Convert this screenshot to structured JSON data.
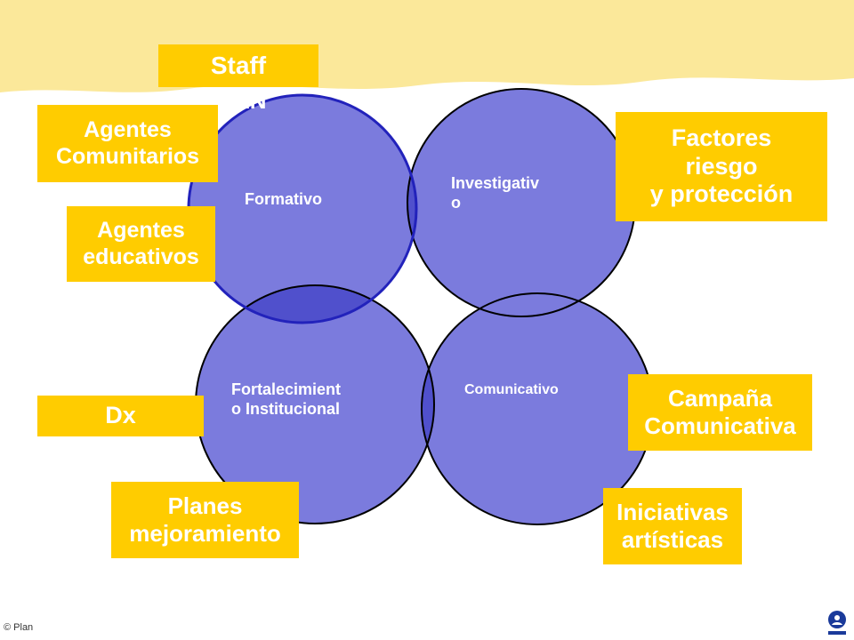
{
  "colors": {
    "circle_fill": "#7b7bdd",
    "overlap_fill": "#5050cc",
    "label_bg": "#ffcc00",
    "label_text": "#ffffff",
    "highlight_band": "#fbe89a"
  },
  "circles": {
    "formativo": "Formativo",
    "investigativo": "Investigativ\no",
    "fortalecimiento": "Fortalecimient\no Institucional",
    "comunicativo": "Comunicativo"
  },
  "labels": {
    "staff": "Staff",
    "plan_partial": "AN",
    "agentes_comunitarios": "Agentes\nComunitarios",
    "agentes_educativos": "Agentes\neducativos",
    "factores": "Factores\nriesgo\ny protección",
    "dx": "Dx",
    "campana": "Campaña\nComunicativa",
    "planes": "Planes\nmejoramiento",
    "iniciativas": "Iniciativas\nartísticas"
  },
  "footer": {
    "copyright": "© Plan"
  },
  "logo": {
    "icon": "plan-logo-icon"
  }
}
